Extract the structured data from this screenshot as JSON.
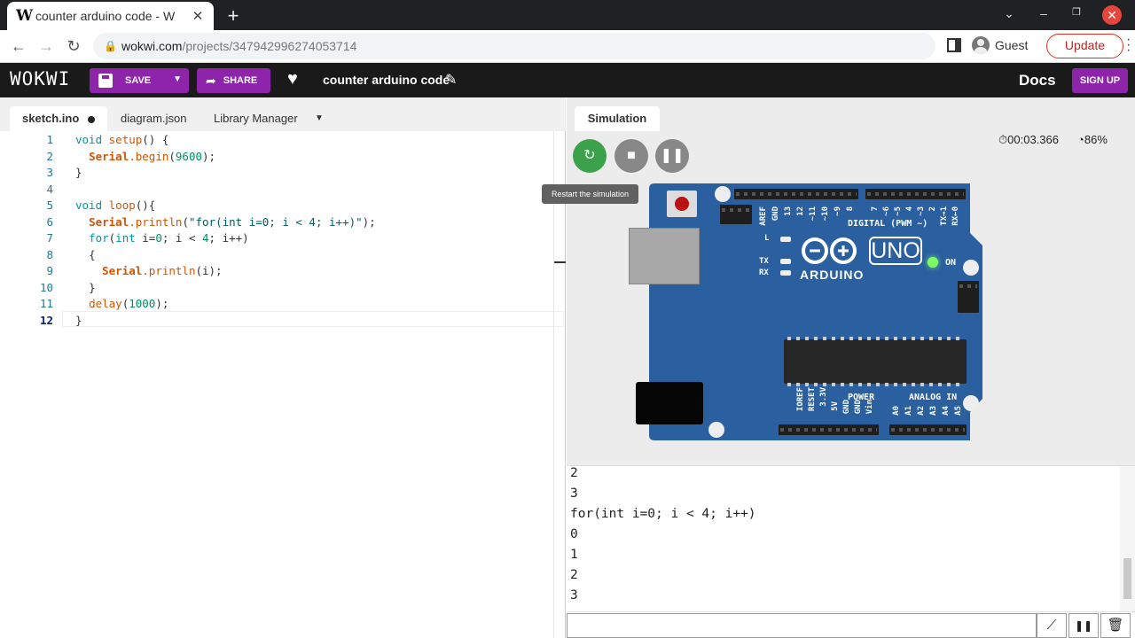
{
  "browser": {
    "tab_title": "counter arduino code - W",
    "favicon": "W",
    "url_host": "wokwi.com",
    "url_path": "/projects/347942996274053714",
    "guest_label": "Guest",
    "update_label": "Update"
  },
  "wokwi": {
    "logo": "WOKWI",
    "save_label": "SAVE",
    "share_label": "SHARE",
    "project_name": "counter arduino code",
    "docs_label": "Docs",
    "signup_label": "SIGN UP",
    "accent_color": "#8e24aa"
  },
  "editor": {
    "tabs": [
      {
        "label": "sketch.ino",
        "active": true,
        "modified": true
      },
      {
        "label": "diagram.json"
      },
      {
        "label": "Library Manager"
      }
    ],
    "line_numbers": [
      "1",
      "2",
      "3",
      "4",
      "5",
      "6",
      "7",
      "8",
      "9",
      "10",
      "11",
      "12"
    ],
    "current_line": 12,
    "code": {
      "l1_kw": "void",
      "l1_fn": "setup",
      "l1_rest": "() {",
      "l2_obj": "Serial",
      "l2_fn": ".begin",
      "l2_num": "9600",
      "l3": "}",
      "l5_kw": "void",
      "l5_fn": "loop",
      "l5_rest": "(){",
      "l6_obj": "Serial",
      "l6_fn": ".println",
      "l6_str": "\"for(int i=0; i < 4; i++)\"",
      "l7_kw": "for",
      "l7_kw2": "int",
      "l7_a": " i=",
      "l7_num": "0",
      "l7_b": "; i < ",
      "l7_num2": "4",
      "l7_c": "; i++)",
      "l8": "{",
      "l9_obj": "Serial",
      "l9_fn": ".println",
      "l9_rest": "(i);",
      "l10": "}",
      "l11_fn": "delay",
      "l11_num": "1000",
      "l12": "}"
    }
  },
  "simulation": {
    "tab_label": "Simulation",
    "tooltip": "Restart the simulation",
    "timer": "00:03.366",
    "speed": "86%",
    "board": {
      "brand": "ARDUINO",
      "model": "UNO",
      "on_label": "ON",
      "tx_label": "TX",
      "rx_label": "RX",
      "l_label": "L",
      "digital_label": "DIGITAL (PWM ~)",
      "power_label": "POWER",
      "analog_label": "ANALOG IN",
      "top_pins": [
        "AREF",
        "GND",
        "13",
        "12",
        "~11",
        "~10",
        "~9",
        "8",
        "7",
        "~6",
        "~5",
        "4",
        "~3",
        "2",
        "TX→1",
        "RX←0"
      ],
      "power_pins": [
        "IOREF",
        "RESET",
        "3.3V",
        "5V",
        "GND",
        "GND",
        "Vin"
      ],
      "analog_pins": [
        "A0",
        "A1",
        "A2",
        "A3",
        "A4",
        "A5"
      ]
    }
  },
  "serial": {
    "lines": [
      "2",
      "3",
      "for(int i=0; i < 4; i++)",
      "0",
      "1",
      "2",
      "3"
    ]
  }
}
